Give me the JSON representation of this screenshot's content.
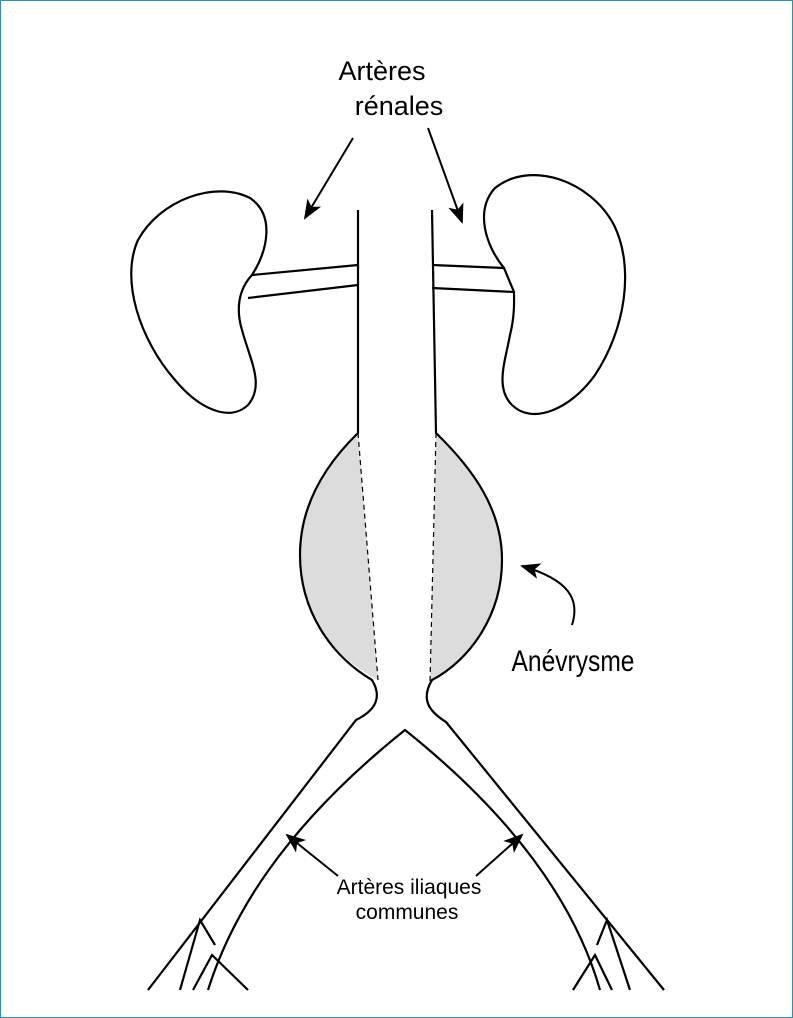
{
  "labels": {
    "renal_line1": "Artères",
    "renal_line2": "rénales",
    "aneurysm": "Anévrysme",
    "iliac_line1": "Artères iliaques",
    "iliac_line2": "communes"
  },
  "colors": {
    "frame": "#2a8fc0",
    "stroke": "#000000",
    "aneurysm_fill": "#dcdcdc",
    "background": "#ffffff"
  }
}
